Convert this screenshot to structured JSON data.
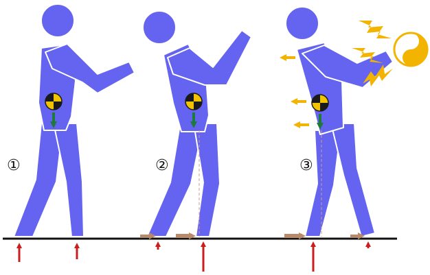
{
  "panels": [
    {
      "label": "①"
    },
    {
      "label": "②"
    },
    {
      "label": "③"
    }
  ],
  "colors": {
    "figure": "#6464f0",
    "figure_outline": "#ffffff",
    "ground": "#111111",
    "reaction_force": "#c81e1e",
    "gravity_arrow": "#1e7a3c",
    "friction_arrow": "#b88a6a",
    "chi_arrow": "#f2b400",
    "com_marker_gold": "#f2c400",
    "com_marker_dark": "#1a1a1a",
    "guide_line": "#d49a80"
  },
  "icons": [
    "center-of-mass-marker-icon",
    "yin-yang-icon",
    "lightning-bolt-icon"
  ]
}
